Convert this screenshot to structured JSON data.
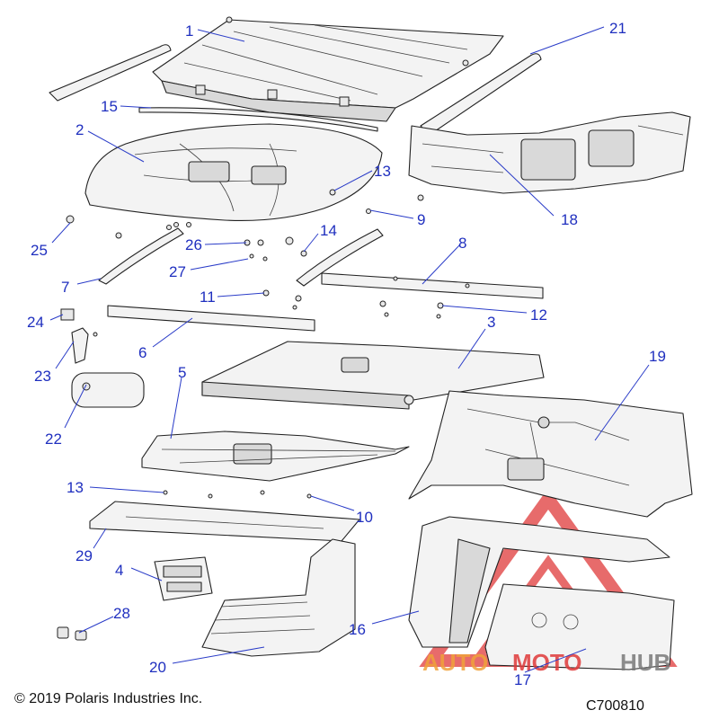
{
  "diagram": {
    "callouts": [
      "1",
      "2",
      "3",
      "4",
      "5",
      "6",
      "7",
      "8",
      "9",
      "10",
      "11",
      "12",
      "13",
      "13",
      "14",
      "15",
      "16",
      "17",
      "18",
      "19",
      "20",
      "21",
      "22",
      "23",
      "24",
      "25",
      "26",
      "27",
      "28",
      "29"
    ]
  },
  "footer": {
    "copyright": "© 2019 Polaris Industries Inc.",
    "figure_code": "C700810"
  },
  "watermark": {
    "part1": "AUTO",
    "part2": "MOTO",
    "part3": "HUB",
    "color_red": "#e03a3a",
    "color_orange": "#f0a23a",
    "color_gray": "#7a7a7a"
  },
  "colors": {
    "callout": "#1f2fbf",
    "line_art": "#222222"
  }
}
